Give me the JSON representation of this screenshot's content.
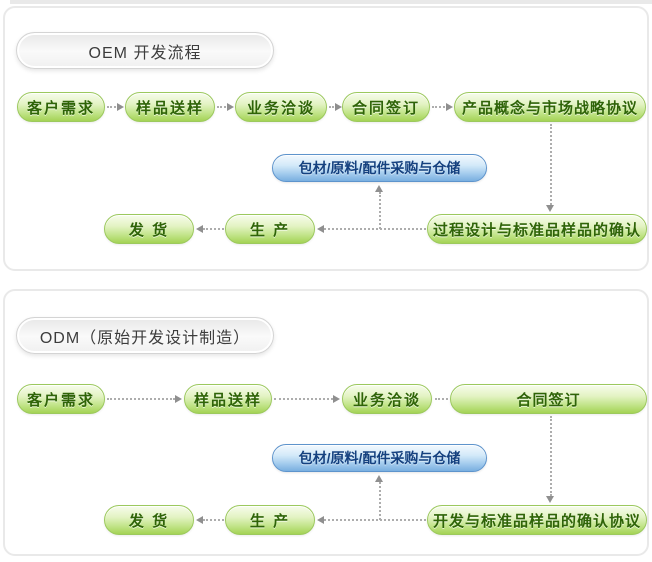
{
  "colors": {
    "green_pill_border": "#9cc95e",
    "green_pill_bottom": "#a4d355",
    "green_text": "#2f6408",
    "blue_pill_border": "#5e94cc",
    "blue_pill_bottom": "#79afe0",
    "blue_text": "#15417f",
    "connector_gray": "#adadad"
  },
  "oem": {
    "title": "OEM 开发流程",
    "steps": {
      "customer_needs": "客户需求",
      "sample_delivery": "样品送样",
      "business_negotiation": "业务洽谈",
      "contract_signing": "合同签订",
      "product_concept": "产品概念与市场战略协议",
      "procurement": "包材/原料/配件采购与仓储",
      "shipping": "发 货",
      "production": "生 产",
      "process_design": "过程设计与标准品样品的确认"
    }
  },
  "odm": {
    "title": "ODM（原始开发设计制造）",
    "steps": {
      "customer_needs": "客户需求",
      "sample_delivery": "样品送样",
      "business_negotiation": "业务洽谈",
      "contract_signing": "合同签订",
      "procurement": "包材/原料/配件采购与仓储",
      "shipping": "发 货",
      "production": "生 产",
      "development_confirmation": "开发与标准品样品的确认协议"
    }
  }
}
